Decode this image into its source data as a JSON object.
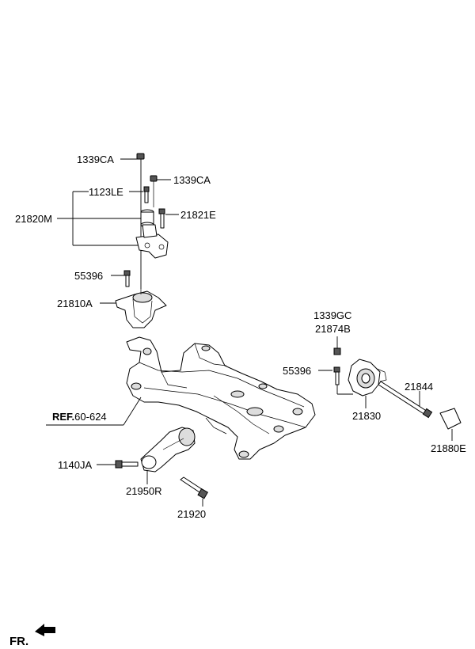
{
  "labels": {
    "p1339CA_top": "1339CA",
    "p1339CA_right": "1339CA",
    "p1123LE": "1123LE",
    "p21820M": "21820M",
    "p21821E": "21821E",
    "p55396_left": "55396",
    "p21810A": "21810A",
    "p1339GC": "1339GC",
    "p21874B": "21874B",
    "p55396_right": "55396",
    "p21844": "21844",
    "p21830": "21830",
    "p21880E": "21880E",
    "ref_prefix": "REF.",
    "ref_number": "60-624",
    "p1140JA": "1140JA",
    "p21950R": "21950R",
    "p21920": "21920"
  },
  "footer": {
    "direction_label": "FR."
  },
  "icons": {
    "front_arrow": "arrow-icon"
  }
}
